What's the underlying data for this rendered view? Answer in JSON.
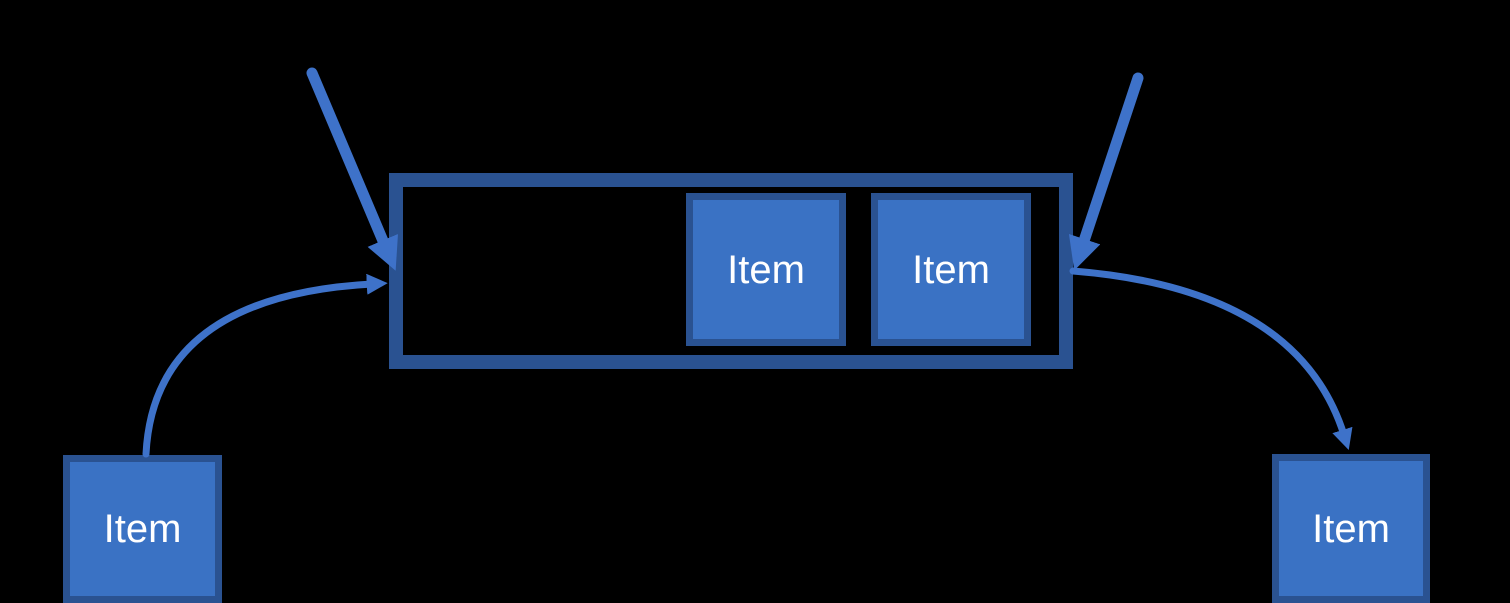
{
  "diagram": {
    "colors": {
      "background": "#000000",
      "box_fill": "#3a72c4",
      "box_border": "#2a5291",
      "container_border": "#2a5291",
      "arrow_color": "#3e72c9",
      "label_color": "#ffffff"
    },
    "queue_items": [
      {
        "label": "Item"
      },
      {
        "label": "Item"
      }
    ],
    "incoming_item": {
      "label": "Item"
    },
    "outgoing_item": {
      "label": "Item"
    },
    "arrows": [
      {
        "name": "top-left-inbound-arrow"
      },
      {
        "name": "top-right-inbound-arrow"
      },
      {
        "name": "incoming-curved-arrow"
      },
      {
        "name": "outgoing-curved-arrow"
      }
    ]
  }
}
